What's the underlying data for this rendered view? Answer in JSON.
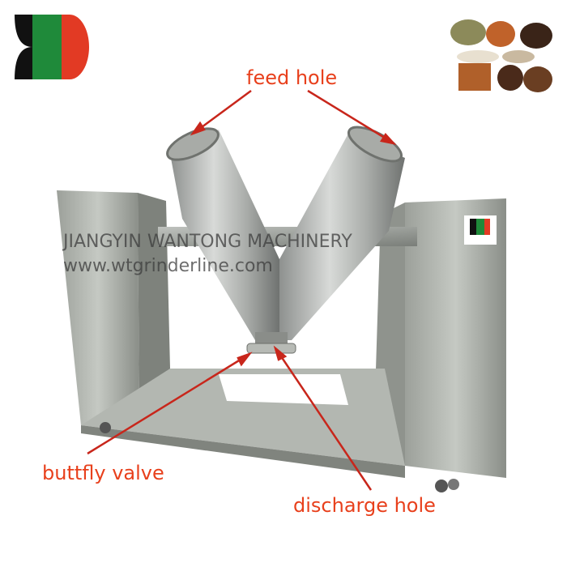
{
  "annotations": {
    "feed_hole": "feed hole",
    "buttfly_valve": "buttfly valve",
    "discharge_hole": "discharge hole"
  },
  "watermark": {
    "company": "JIANGYIN WANTONG MACHINERY",
    "website": "www.wtgrinderline.com"
  },
  "colors": {
    "annotation": "#e8401c",
    "logo_black": "#111111",
    "logo_green": "#1f8a3a",
    "logo_red": "#e23a24"
  }
}
